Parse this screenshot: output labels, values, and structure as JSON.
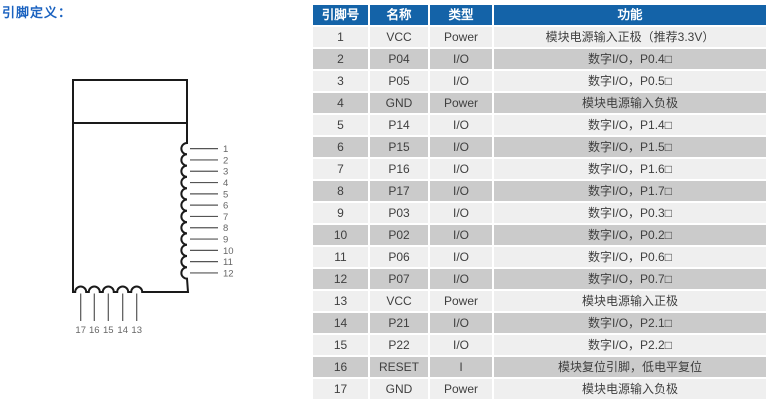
{
  "page": {
    "title": "引脚定义："
  },
  "colors": {
    "title_text": "#1a62c0",
    "table_header_bg": "#1463a8",
    "table_header_text": "#ffffff",
    "row_light": "#efefef",
    "row_dark": "#cbcbcb",
    "cell_text": "#3f3f3f",
    "outline": "#1a1a1a"
  },
  "diagram": {
    "right_pins": [
      "1",
      "2",
      "3",
      "4",
      "5",
      "6",
      "7",
      "8",
      "9",
      "10",
      "11",
      "12"
    ],
    "bottom_pins": [
      "17",
      "16",
      "15",
      "14",
      "13"
    ]
  },
  "table": {
    "headers": [
      "引脚号",
      "名称",
      "类型",
      "功能"
    ],
    "rows": [
      {
        "pin": "1",
        "name": "VCC",
        "type": "Power",
        "function": "模块电源输入正极（推荐3.3V）"
      },
      {
        "pin": "2",
        "name": "P04",
        "type": "I/O",
        "function": "数字I/O，P0.4□"
      },
      {
        "pin": "3",
        "name": "P05",
        "type": "I/O",
        "function": "数字I/O，P0.5□"
      },
      {
        "pin": "4",
        "name": "GND",
        "type": "Power",
        "function": "模块电源输入负极"
      },
      {
        "pin": "5",
        "name": "P14",
        "type": "I/O",
        "function": "数字I/O，P1.4□"
      },
      {
        "pin": "6",
        "name": "P15",
        "type": "I/O",
        "function": "数字I/O，P1.5□"
      },
      {
        "pin": "7",
        "name": "P16",
        "type": "I/O",
        "function": "数字I/O，P1.6□"
      },
      {
        "pin": "8",
        "name": "P17",
        "type": "I/O",
        "function": "数字I/O，P1.7□"
      },
      {
        "pin": "9",
        "name": "P03",
        "type": "I/O",
        "function": "数字I/O，P0.3□"
      },
      {
        "pin": "10",
        "name": "P02",
        "type": "I/O",
        "function": "数字I/O，P0.2□"
      },
      {
        "pin": "11",
        "name": "P06",
        "type": "I/O",
        "function": "数字I/O，P0.6□"
      },
      {
        "pin": "12",
        "name": "P07",
        "type": "I/O",
        "function": "数字I/O，P0.7□"
      },
      {
        "pin": "13",
        "name": "VCC",
        "type": "Power",
        "function": "模块电源输入正极"
      },
      {
        "pin": "14",
        "name": "P21",
        "type": "I/O",
        "function": "数字I/O，P2.1□"
      },
      {
        "pin": "15",
        "name": "P22",
        "type": "I/O",
        "function": "数字I/O，P2.2□"
      },
      {
        "pin": "16",
        "name": "RESET",
        "type": "I",
        "function": "模块复位引脚，低电平复位"
      },
      {
        "pin": "17",
        "name": "GND",
        "type": "Power",
        "function": "模块电源输入负极"
      }
    ]
  }
}
